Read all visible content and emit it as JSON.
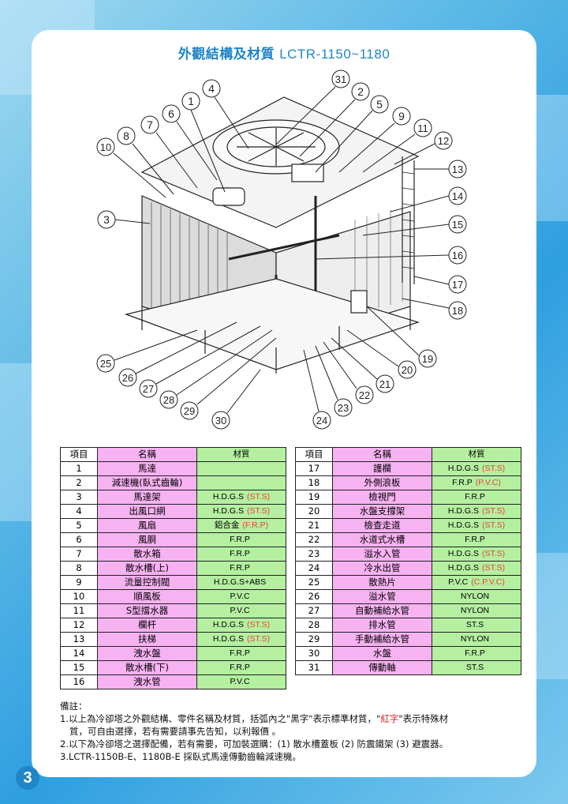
{
  "title": {
    "main": "外觀結構及材質",
    "model": "LCTR-1150~1180"
  },
  "callouts": [
    "1",
    "2",
    "3",
    "4",
    "5",
    "6",
    "7",
    "8",
    "9",
    "10",
    "11",
    "12",
    "13",
    "14",
    "15",
    "16",
    "17",
    "18",
    "19",
    "20",
    "21",
    "22",
    "23",
    "24",
    "25",
    "26",
    "27",
    "28",
    "29",
    "30",
    "31"
  ],
  "table_headers": {
    "no": "項目",
    "name": "名稱",
    "material": "材質"
  },
  "left_rows": [
    {
      "no": "1",
      "name": "馬達",
      "mat": "",
      "red": ""
    },
    {
      "no": "2",
      "name": "減速機(臥式齒輪)",
      "mat": "",
      "red": ""
    },
    {
      "no": "3",
      "name": "馬達架",
      "mat": "H.D.G.S",
      "red": "(ST.S)"
    },
    {
      "no": "4",
      "name": "出風口網",
      "mat": "H.D.G.S",
      "red": "(ST.S)"
    },
    {
      "no": "5",
      "name": "風扇",
      "mat": "鋁合金",
      "red": "(F.R.P)"
    },
    {
      "no": "6",
      "name": "風胴",
      "mat": "F.R.P",
      "red": ""
    },
    {
      "no": "7",
      "name": "散水箱",
      "mat": "F.R.P",
      "red": ""
    },
    {
      "no": "8",
      "name": "散水槽(上)",
      "mat": "F.R.P",
      "red": ""
    },
    {
      "no": "9",
      "name": "流量控制閥",
      "mat": "H.D.G.S+ABS",
      "red": ""
    },
    {
      "no": "10",
      "name": "順風板",
      "mat": "P.V.C",
      "red": ""
    },
    {
      "no": "11",
      "name": "S型擋水器",
      "mat": "P.V.C",
      "red": ""
    },
    {
      "no": "12",
      "name": "欄杆",
      "mat": "H.D.G.S",
      "red": "(ST.S)"
    },
    {
      "no": "13",
      "name": "扶梯",
      "mat": "H.D.G.S",
      "red": "(ST.S)"
    },
    {
      "no": "14",
      "name": "洩水盤",
      "mat": "F.R.P",
      "red": ""
    },
    {
      "no": "15",
      "name": "散水槽(下)",
      "mat": "F.R.P",
      "red": ""
    },
    {
      "no": "16",
      "name": "洩水管",
      "mat": "P.V.C",
      "red": ""
    }
  ],
  "right_rows": [
    {
      "no": "17",
      "name": "護欄",
      "mat": "H.D.G.S",
      "red": "(ST.S)"
    },
    {
      "no": "18",
      "name": "外側浪板",
      "mat": "F.R.P",
      "red": "(P.V.C)"
    },
    {
      "no": "19",
      "name": "檢視門",
      "mat": "F.R.P",
      "red": ""
    },
    {
      "no": "20",
      "name": "水盤支撐架",
      "mat": "H.D.G.S",
      "red": "(ST.S)"
    },
    {
      "no": "21",
      "name": "檢查走道",
      "mat": "H.D.G.S",
      "red": "(ST.S)"
    },
    {
      "no": "22",
      "name": "水道式水槽",
      "mat": "F.R.P",
      "red": ""
    },
    {
      "no": "23",
      "name": "溢水入管",
      "mat": "H.D.G.S",
      "red": "(ST.S)"
    },
    {
      "no": "24",
      "name": "冷水出管",
      "mat": "H.D.G.S",
      "red": "(ST.S)"
    },
    {
      "no": "25",
      "name": "散熱片",
      "mat": "P.V.C",
      "red": "(C.P.V.C)"
    },
    {
      "no": "26",
      "name": "溢水管",
      "mat": "NYLON",
      "red": ""
    },
    {
      "no": "27",
      "name": "自動補給水管",
      "mat": "NYLON",
      "red": ""
    },
    {
      "no": "28",
      "name": "排水管",
      "mat": "ST.S",
      "red": ""
    },
    {
      "no": "29",
      "name": "手動補給水管",
      "mat": "NYLON",
      "red": ""
    },
    {
      "no": "30",
      "name": "水盤",
      "mat": "F.R.P",
      "red": ""
    },
    {
      "no": "31",
      "name": "傳動軸",
      "mat": "ST.S",
      "red": ""
    }
  ],
  "notes": {
    "heading": "備註：",
    "line1a": "1.以上為冷卻塔之外觀結構、零件名稱及材質，括弧內之\"黑字\"表示標準材質，\"",
    "line1red": "紅字",
    "line1b": "\"表示特殊材",
    "line1c": "質，可自由選擇，若有需要請事先告知，以利報價 。",
    "line2": "2.以下為冷卻塔之選擇配備，若有需要，可加裝選購：(1) 散水槽蓋板 (2) 防震鐵架 (3) 避震器。",
    "line3": "3.LCTR-1150B-E、1180B-E 採臥式馬達傳動齒輪減速機。"
  },
  "page_number": "3",
  "colors": {
    "accent": "#1f86c8",
    "name_col": "#f7b2f2",
    "mat_col": "#b4f0a0",
    "special": "#e8423b"
  }
}
